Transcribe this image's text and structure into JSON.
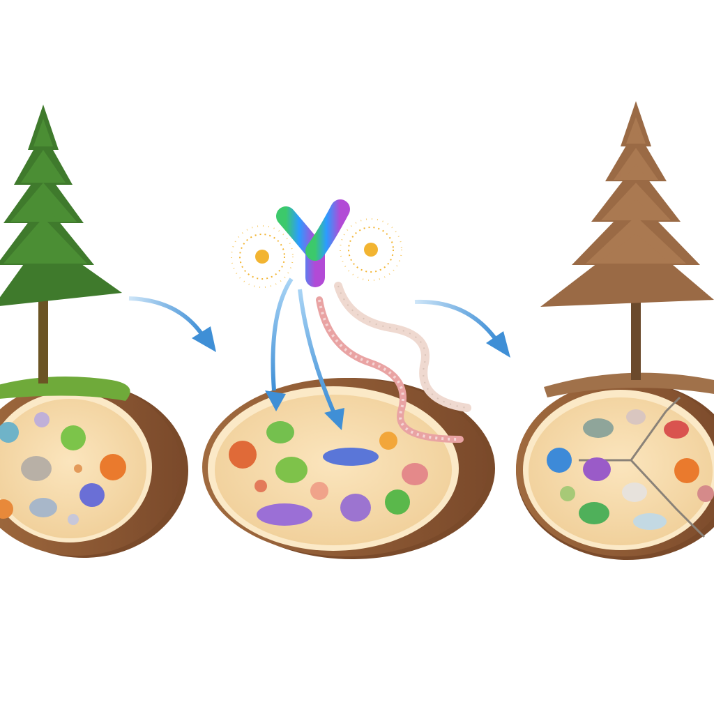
{
  "diagram": {
    "stages": [
      {
        "id": "healthy",
        "tree_state": "healthy",
        "tree_color": "#3f7a2c",
        "soil_microbes": "diverse"
      },
      {
        "id": "disturbance",
        "agents": [
          "y-shaped-molecule",
          "spore-burst",
          "spore-burst",
          "worm",
          "worm"
        ],
        "soil_microbes": "diverse"
      },
      {
        "id": "declined",
        "tree_state": "dead",
        "tree_color": "#9a6a45",
        "soil_state": "cracked"
      }
    ],
    "arrows": [
      "healthy-to-disturbance",
      "agent-to-soil",
      "agent-to-soil",
      "disturbance-to-declined"
    ],
    "colors": {
      "soil_fill": "#f6dcae",
      "soil_rim": "#fbe9c7",
      "bark": "#8a5a36",
      "arrow": "#3f8fd6",
      "moss": "#6faa3a",
      "molecule": [
        "#3cc96b",
        "#2b9cff",
        "#a34bd8"
      ],
      "spore": "#f2b431",
      "worm": "#e9a3a3"
    }
  }
}
